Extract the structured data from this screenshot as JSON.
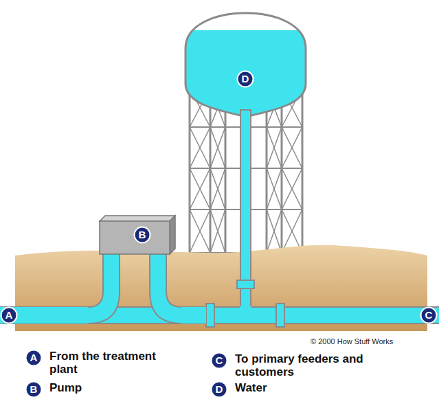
{
  "diagram": {
    "nodes": [
      {
        "text": [
          "D"
        ]
      },
      {
        "text": [
          "B"
        ]
      },
      {
        "text": [
          "A"
        ]
      },
      {
        "text": [
          "C"
        ]
      },
      {
        "text": [
          "A",
          "From the treatment plant"
        ]
      },
      {
        "text": [
          "C",
          "To primary feeders and customers"
        ]
      },
      {
        "text": [
          "B",
          "Pump"
        ]
      },
      {
        "text": [
          "D",
          "Water"
        ]
      }
    ],
    "labels": [
      "© 2000 How Stuff Works"
    ]
  }
}
